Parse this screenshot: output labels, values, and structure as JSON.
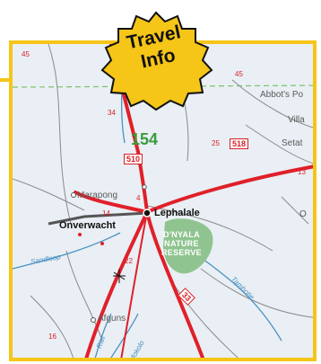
{
  "badge": {
    "line1": "Travel",
    "line2": "Info"
  },
  "map": {
    "region_number": "154",
    "places": {
      "abbots": "Abbot's Po",
      "villa": "Villa",
      "setat": "Setat",
      "marapong": "Marapong",
      "lephalale": "Lephalale",
      "onverwacht": "Onverwacht",
      "afguns": "Afguns",
      "o_right": "O"
    },
    "reserve": [
      "D'NYALA",
      "NATURE",
      "RESERVE"
    ],
    "rivers": {
      "sandloop": "Sandloop",
      "tambotie": "Tambotie",
      "riet": "Riet",
      "mokolo": "Mokolo"
    },
    "route_shields": {
      "r510": "510",
      "r518": "518",
      "r33": "33"
    },
    "distances": [
      "45",
      "45",
      "34",
      "25",
      "13",
      "14",
      "22",
      "16",
      "4"
    ],
    "colors": {
      "road": "#e0202a",
      "border": "#f5c518",
      "water": "#4a90c2",
      "reserve": "#8fc490"
    }
  }
}
